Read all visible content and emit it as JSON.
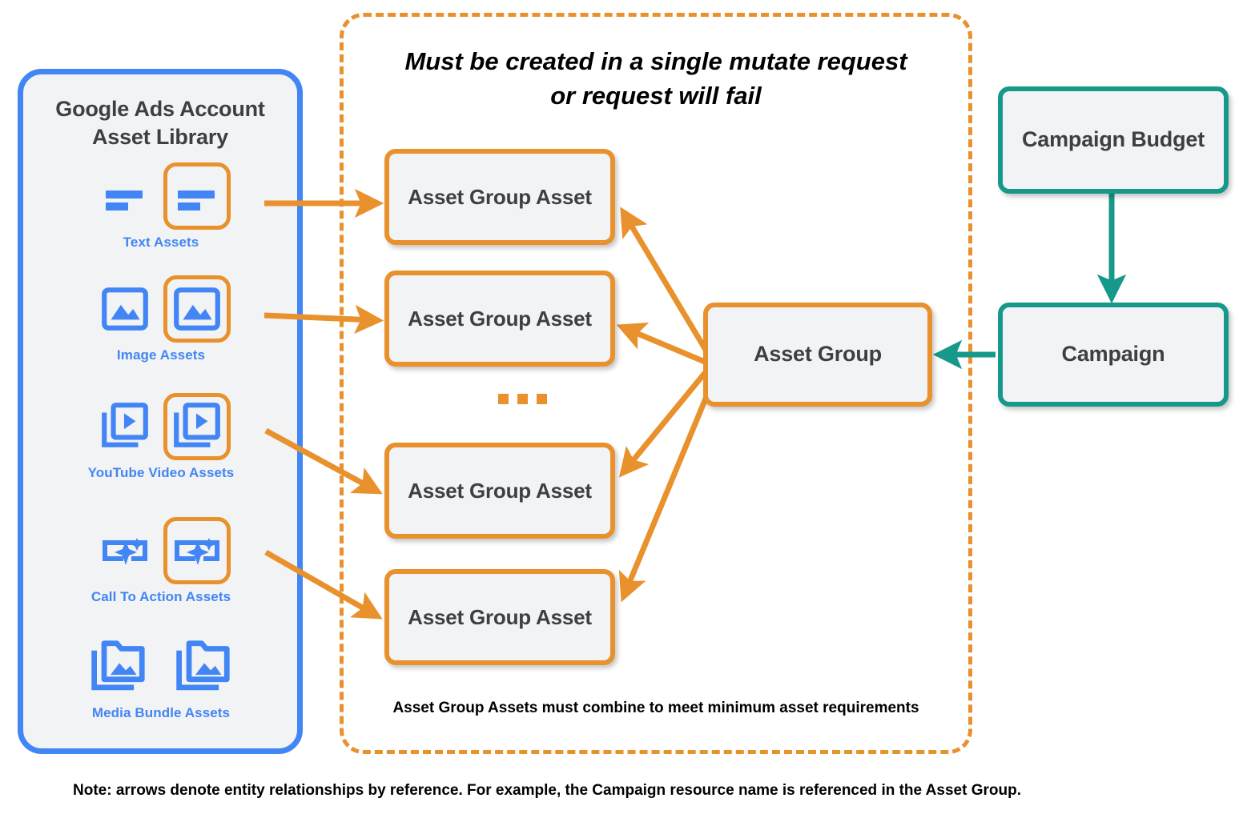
{
  "diagram": {
    "library": {
      "title_line1": "Google Ads Account",
      "title_line2": "Asset Library",
      "assets": [
        {
          "caption": "Text Assets",
          "icon": "text-lines-icon",
          "highlighted": true
        },
        {
          "caption": "Image Assets",
          "icon": "image-icon",
          "highlighted": true
        },
        {
          "caption": "YouTube Video  Assets",
          "icon": "video-stack-icon",
          "highlighted": true
        },
        {
          "caption": "Call To Action Assets",
          "icon": "call-to-action-sparkle-icon",
          "highlighted": true
        },
        {
          "caption": "Media Bundle  Assets",
          "icon": "media-bundle-folder-icon",
          "highlighted": false
        }
      ]
    },
    "mutate_container": {
      "title_line1": "Must be created in a single mutate request",
      "title_line2": "or request will fail",
      "footnote": "Asset Group Assets must combine to meet minimum asset requirements",
      "ellipsis": "..."
    },
    "nodes": {
      "asset_group_asset_1": "Asset Group Asset",
      "asset_group_asset_2": "Asset Group Asset",
      "asset_group_asset_3": "Asset Group Asset",
      "asset_group_asset_4": "Asset Group Asset",
      "asset_group": "Asset Group",
      "campaign_budget": "Campaign Budget",
      "campaign": "Campaign"
    },
    "note": "Note: arrows denote entity relationships by reference. For example, the Campaign resource name is referenced in the Asset Group.",
    "colors": {
      "orange": "#e8912d",
      "blue": "#4285f4",
      "teal": "#16998a",
      "node_fill": "#f1f3f4",
      "text_dark": "#3c4043"
    }
  }
}
